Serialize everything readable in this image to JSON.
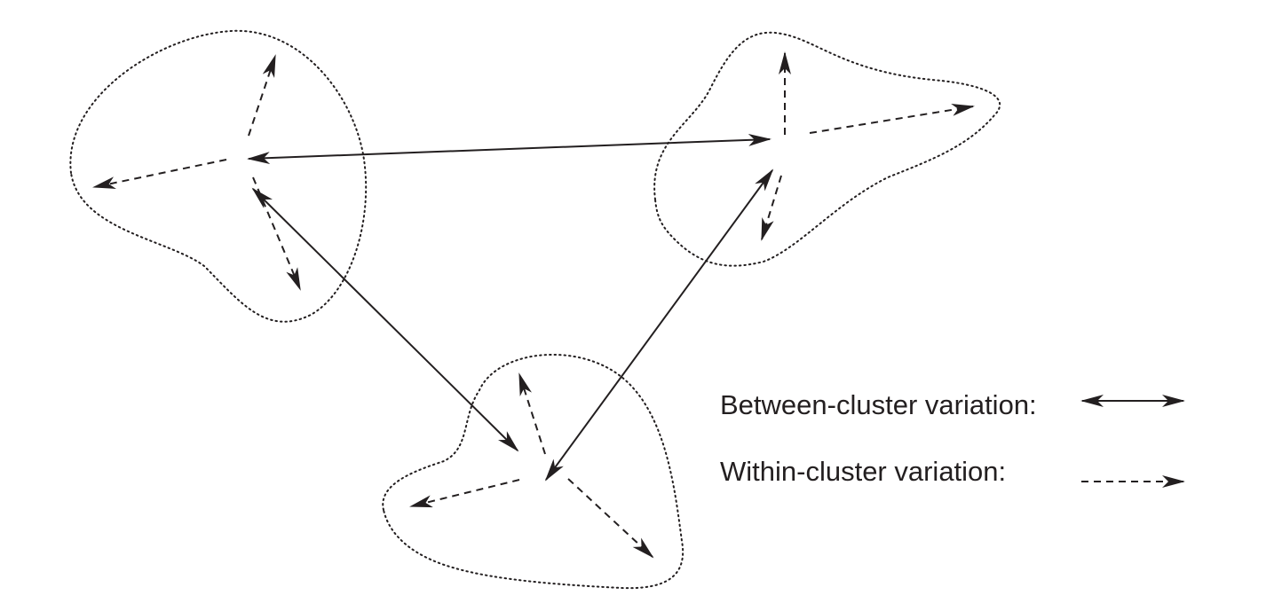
{
  "legend": {
    "between_label": "Between-cluster variation:",
    "within_label": "Within-cluster variation:"
  },
  "colors": {
    "ink": "#231f20",
    "background": "#ffffff"
  },
  "clusters": [
    {
      "id": "top-left",
      "within_arrows": 3
    },
    {
      "id": "top-right",
      "within_arrows": 3
    },
    {
      "id": "bottom",
      "within_arrows": 3
    }
  ],
  "between_links": [
    {
      "from": "top-left",
      "to": "top-right"
    },
    {
      "from": "top-left",
      "to": "bottom"
    },
    {
      "from": "bottom",
      "to": "top-right"
    }
  ]
}
